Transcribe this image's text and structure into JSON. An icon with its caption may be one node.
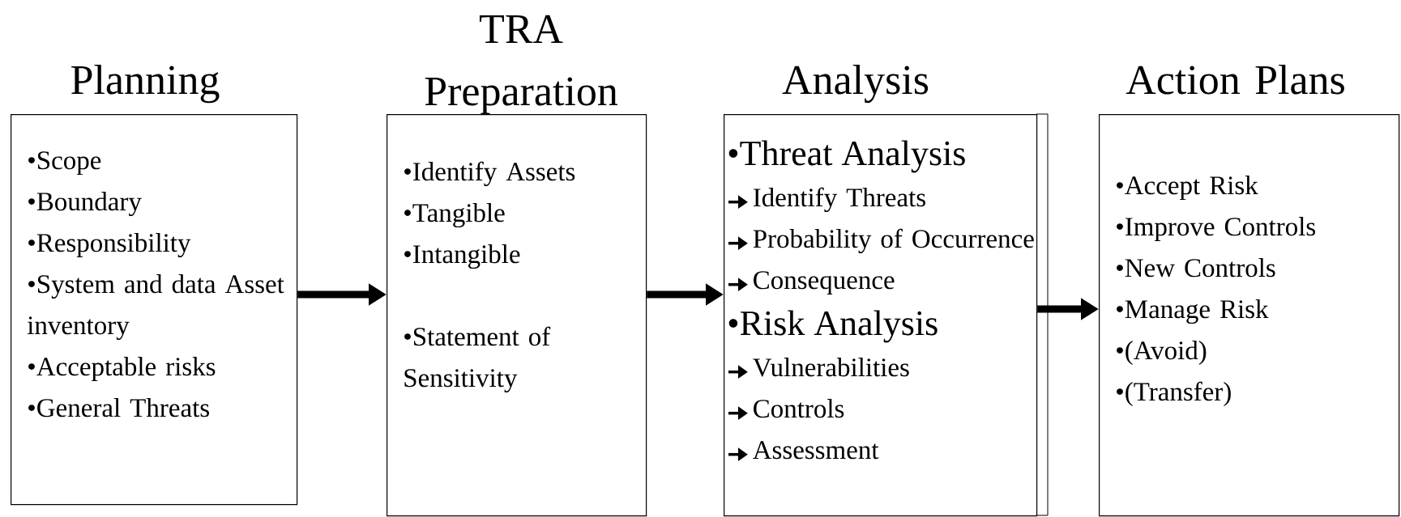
{
  "diagram": {
    "nodes": [
      {
        "text": [
          "Planning",
          "•Scope",
          "•Boundary",
          "•Responsibility",
          "•System and data Asset inventory",
          "•Acceptable risks",
          "•General Threats"
        ]
      },
      {
        "text": [
          "TRA Preparation",
          "•Identify Assets",
          "•Tangible",
          "•Intangible",
          "•Statement of Sensitivity"
        ]
      },
      {
        "text": [
          "Analysis",
          "•Threat Analysis",
          "Identify Threats",
          "Probability of Occurrence",
          "Consequence",
          "•Risk Analysis",
          "Vulnerabilities",
          "Controls",
          "Assessment"
        ]
      },
      {
        "text": [
          "Action Plans",
          "•Accept Risk",
          "•Improve Controls",
          "•New Controls",
          "•Manage Risk",
          "•(Avoid)",
          "•(Transfer)"
        ]
      }
    ],
    "edges": [
      {
        "from": 0,
        "to": 1,
        "arrow": "to"
      },
      {
        "from": 1,
        "to": 2,
        "arrow": "to"
      },
      {
        "from": 2,
        "to": 3,
        "arrow": "to"
      }
    ]
  }
}
